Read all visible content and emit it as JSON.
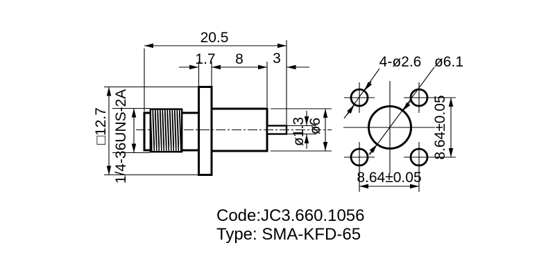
{
  "drawing": {
    "title_hint": "SMA connector outline drawing",
    "colors": {
      "line": "#000000",
      "background": "#ffffff"
    },
    "side_view": {
      "overall_length": "20.5",
      "flange_thickness": "1.7",
      "body_length": "8",
      "pin_length": "3",
      "flange_square": "□12.7",
      "thread_spec": "1/4-36UNS-2A",
      "pin_diameter": "ø1.3",
      "body_diameter": "ø6"
    },
    "front_view": {
      "mounting_holes": "4-ø2.6",
      "center_hole": "ø6.1",
      "hole_spacing_horizontal": "8.64±0.05",
      "hole_spacing_vertical": "8.64±0.05"
    },
    "footer": {
      "code": "Code:JC3.660.1056",
      "type": "Type: SMA-KFD-65"
    }
  }
}
